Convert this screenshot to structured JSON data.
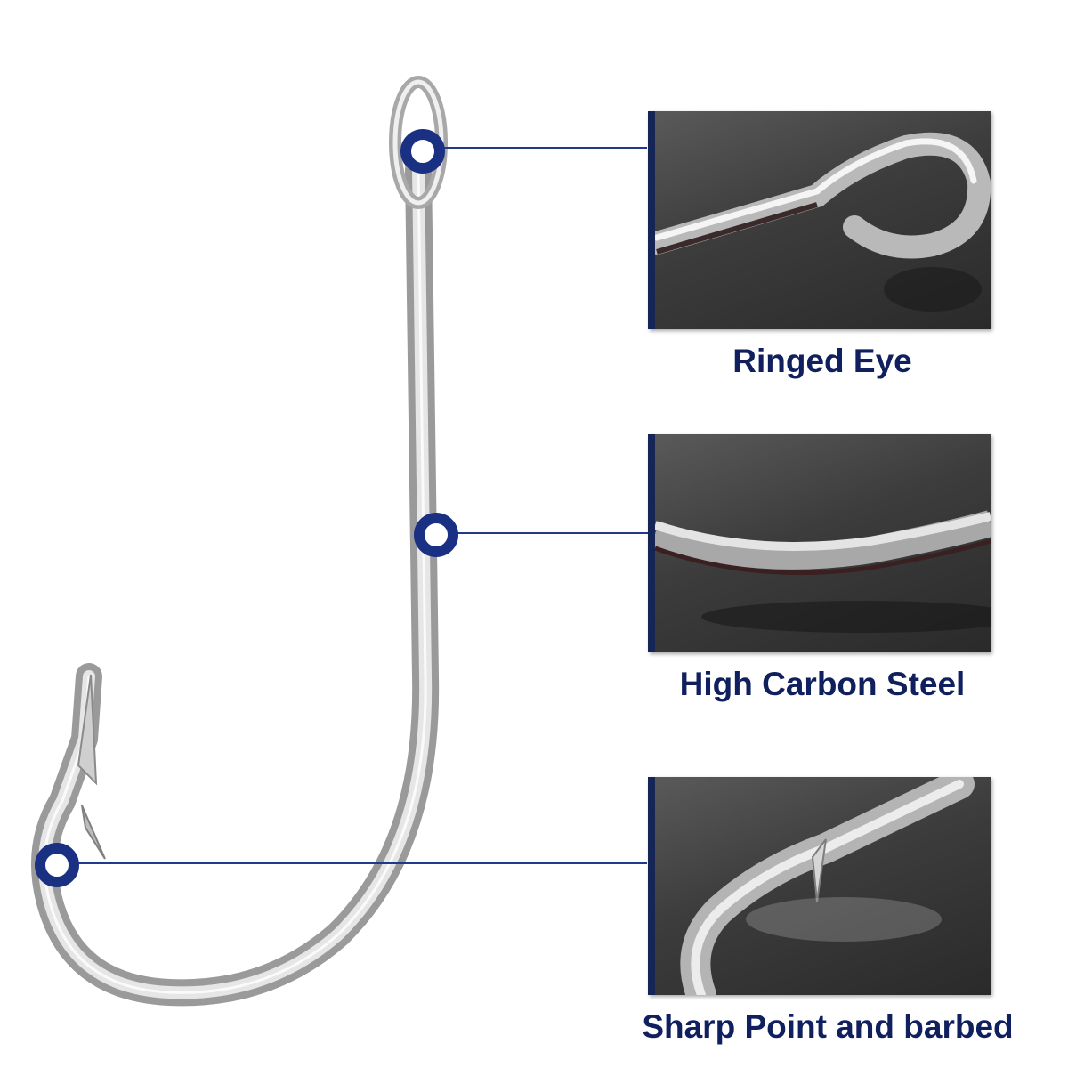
{
  "features": [
    {
      "id": "ringed-eye",
      "label": "Ringed Eye"
    },
    {
      "id": "high-carbon-steel",
      "label": "High Carbon Steel"
    },
    {
      "id": "sharp-point",
      "label": "Sharp Point and barbed"
    }
  ],
  "colors": {
    "accent": "#1a3183",
    "label": "#10205e",
    "panel_bar": "#152656",
    "background": "#ffffff"
  }
}
